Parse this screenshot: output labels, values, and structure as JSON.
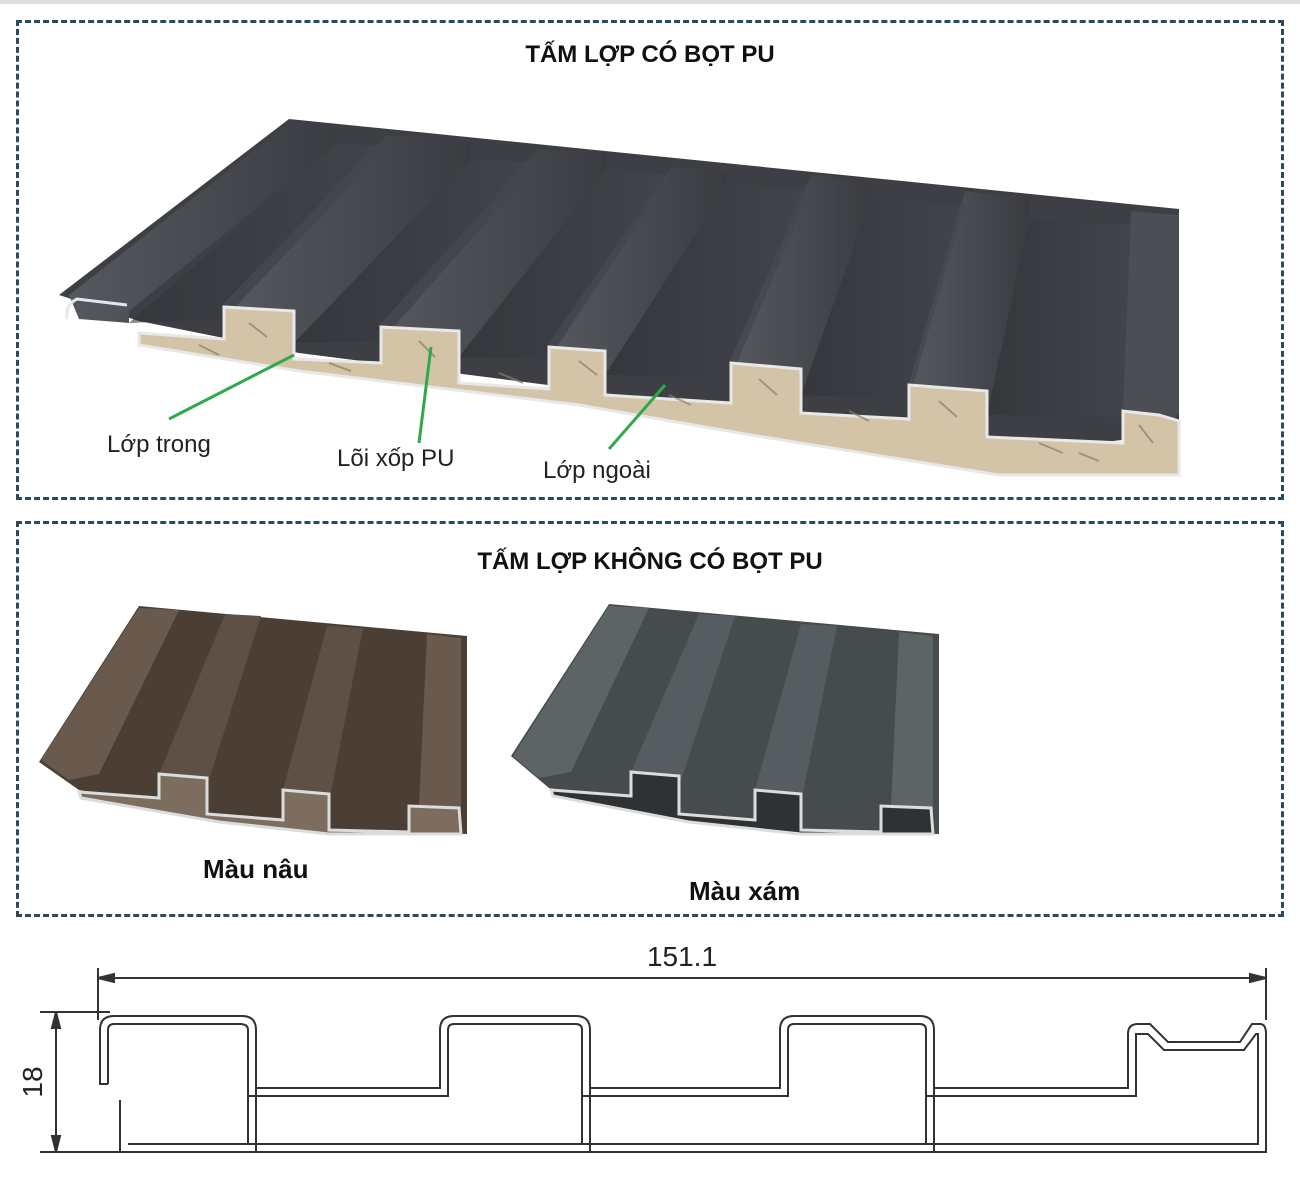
{
  "panels": {
    "with_pu": {
      "title": "TẤM LỢP CÓ BỌT PU",
      "callouts": {
        "inner_layer": "Lớp trong",
        "pu_core": "Lõi xốp PU",
        "outer_layer": "Lớp ngoài"
      }
    },
    "without_pu": {
      "title": "TẤM LỢP KHÔNG CÓ BỌT PU",
      "variants": {
        "brown": "Màu nâu",
        "grey": "Màu xám"
      }
    }
  },
  "drawing": {
    "width_dimension": "151.1",
    "height_dimension": "18"
  },
  "colors": {
    "panel_border": "#2b4a5e",
    "sheet_dark": "#3d3f44",
    "sheet_brown": "#4a3e35",
    "sheet_grey": "#464b4d",
    "pu_foam": "#d3c4a8",
    "callout_line": "#2faa4a"
  }
}
